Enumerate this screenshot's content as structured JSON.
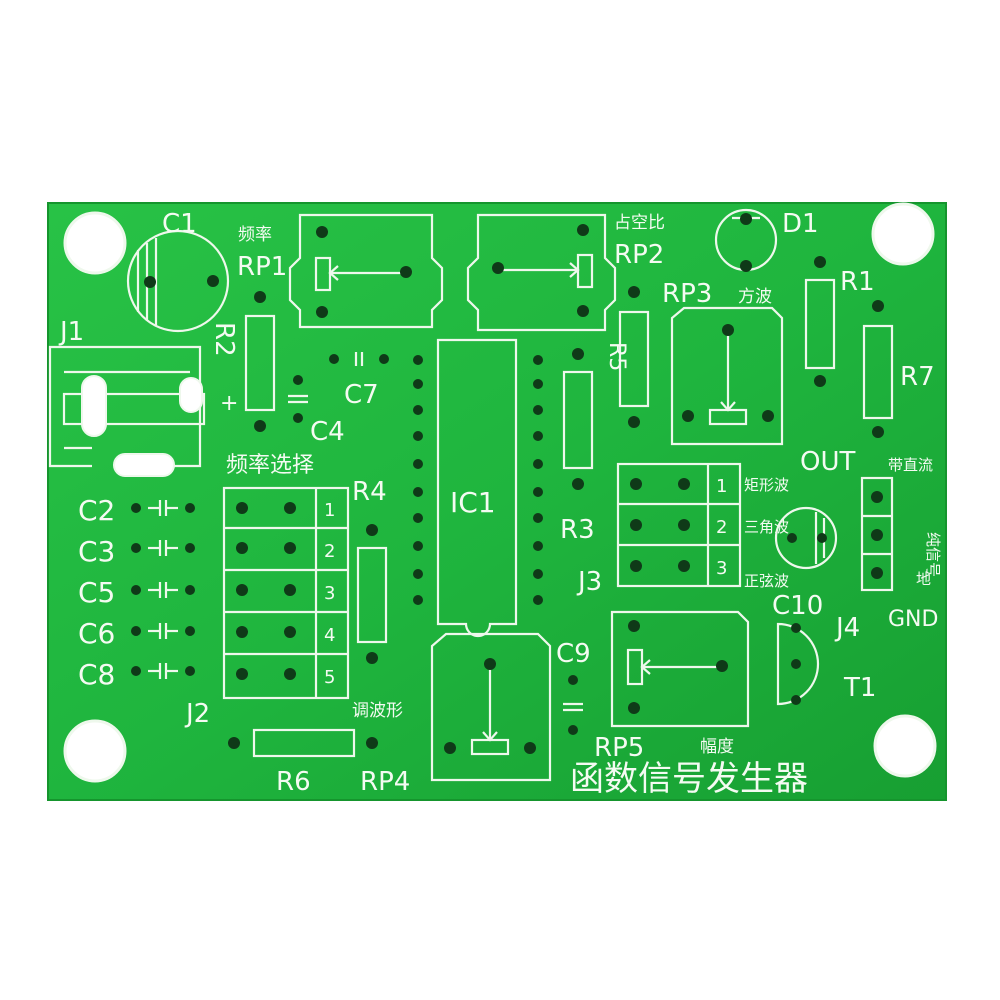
{
  "board": {
    "product_title": "函数信号发生器",
    "colors": {
      "board": "#1fb53e",
      "board_dark": "#139a2d",
      "silkscreen": "#f4fbf2",
      "hole": "#0f3a18",
      "background": "#ffffff"
    }
  },
  "labels": {
    "c1": "C1",
    "freq_top": "频率",
    "rp1": "RP1",
    "duty": "占空比",
    "rp2": "RP2",
    "d1": "D1",
    "rp3": "RP3",
    "square": "方波",
    "r1": "R1",
    "j1": "J1",
    "r2": "R2",
    "plus": "+",
    "c7": "C7",
    "c4": "C4",
    "r5": "R5",
    "r7": "R7",
    "freq_select": "频率选择",
    "r4": "R4",
    "ic1": "IC1",
    "r3": "R3",
    "out": "OUT",
    "dc_bias": "带直流",
    "pure_signal": "纯信号",
    "ground_word": "地",
    "c2": "C2",
    "c3": "C3",
    "c5": "C5",
    "c6": "C6",
    "c8": "C8",
    "rect_wave": "矩形波",
    "tri_wave": "三角波",
    "sine_wave": "正弦波",
    "j3": "J3",
    "c10": "C10",
    "j4": "J4",
    "gnd": "GND",
    "c9": "C9",
    "t1": "T1",
    "j2": "J2",
    "tune_wave": "调波形",
    "rp5": "RP5",
    "amplitude": "幅度",
    "r6": "R6",
    "rp4": "RP4"
  },
  "j2_numbers": [
    "1",
    "2",
    "3",
    "4",
    "5"
  ],
  "j3_numbers": [
    "1",
    "2",
    "3"
  ]
}
